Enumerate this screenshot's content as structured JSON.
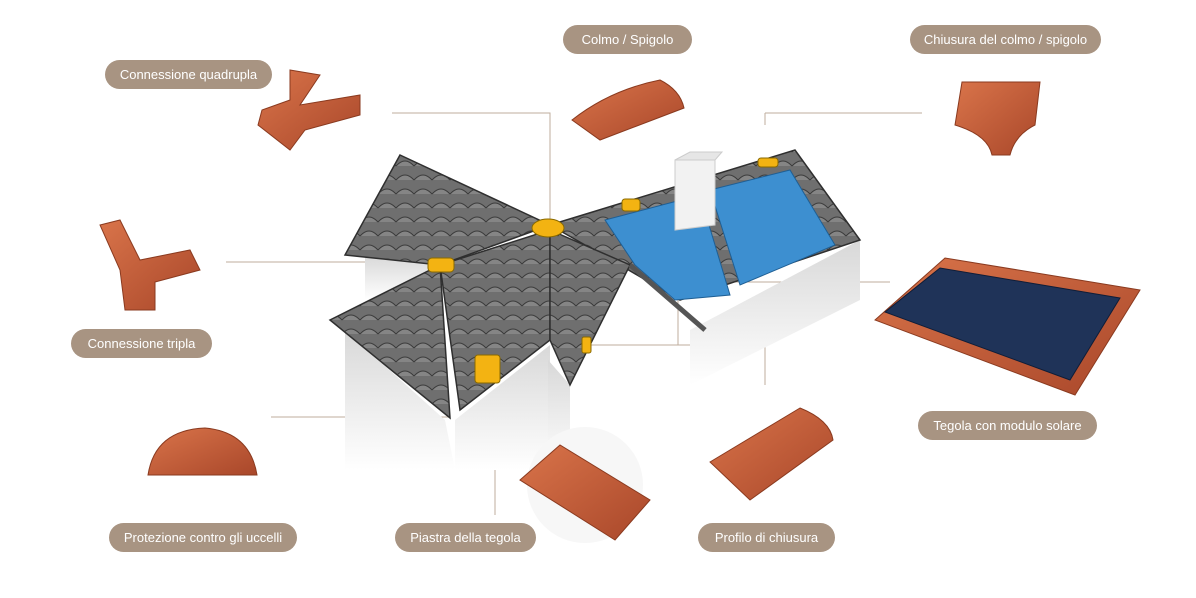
{
  "title": "Roof tile components",
  "labels": {
    "quad": "Connessione quadrupla",
    "ridge": "Colmo / Spigolo",
    "ridge_end": "Chiusura del colmo / spigolo",
    "triple": "Connessione tripla",
    "solar": "Tegola con modulo solare",
    "bird": "Protezione contro gli uccelli",
    "plate": "Piastra della tegola",
    "closure": "Profilo di chiusura"
  },
  "colors": {
    "label_bg": "#a89482",
    "terracotta": "#c25a35",
    "roof_tile": "#6b6b6b",
    "highlight": "#f3b312",
    "solar": "#3d8fd0",
    "leader": "#bfae9e"
  }
}
